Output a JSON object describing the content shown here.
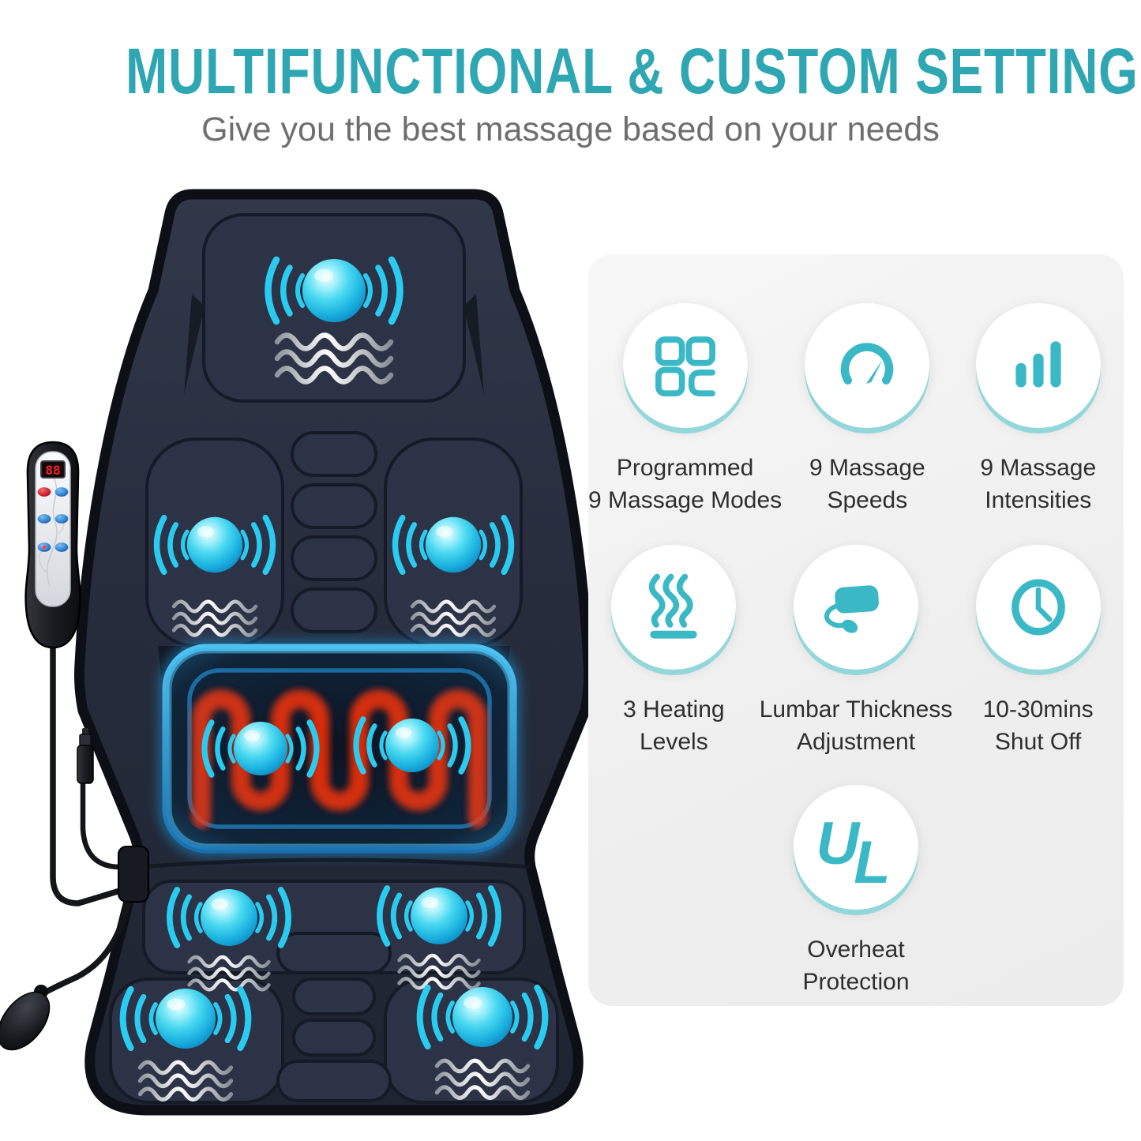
{
  "header": {
    "title": "MULTIFUNCTIONAL & CUSTOM SETTING",
    "subtitle": "Give you the best massage based on your needs"
  },
  "features": {
    "items": [
      {
        "icon": "massage-modes-grid-icon",
        "line1": "Programmed",
        "line2": "9 Massage Modes"
      },
      {
        "icon": "speedometer-icon",
        "line1": "9 Massage",
        "line2": "Speeds"
      },
      {
        "icon": "intensity-bars-icon",
        "line1": "9 Massage",
        "line2": "Intensities"
      },
      {
        "icon": "heat-waves-icon",
        "line1": "3 Heating",
        "line2": "Levels"
      },
      {
        "icon": "lumbar-pillow-pump-icon",
        "line1": "Lumbar Thickness",
        "line2": "Adjustment"
      },
      {
        "icon": "timer-clock-icon",
        "line1": "10-30mins",
        "line2": "Shut Off"
      },
      {
        "icon": "ul-mark-icon",
        "mark_u": "U",
        "mark_l": "L",
        "line1": "Overheat",
        "line2": "Protection"
      }
    ]
  },
  "product": {
    "remote_display": "88"
  },
  "colors": {
    "title_teal": "#2FA7B3",
    "icon_teal": "#3BB8C6",
    "subtitle_gray": "#6E6E6E",
    "panel_bg": "#F0F0F0",
    "circle_shadow_teal": "#93D7DA",
    "label_text": "#2F2F2F",
    "mat_dark": "#242A3A",
    "massage_node_cyan": "#29CCF0",
    "heat_coil_orange": "#FF5A14",
    "heat_panel_blue": "#2F9FD8",
    "remote_led_red": "#FF2020"
  }
}
